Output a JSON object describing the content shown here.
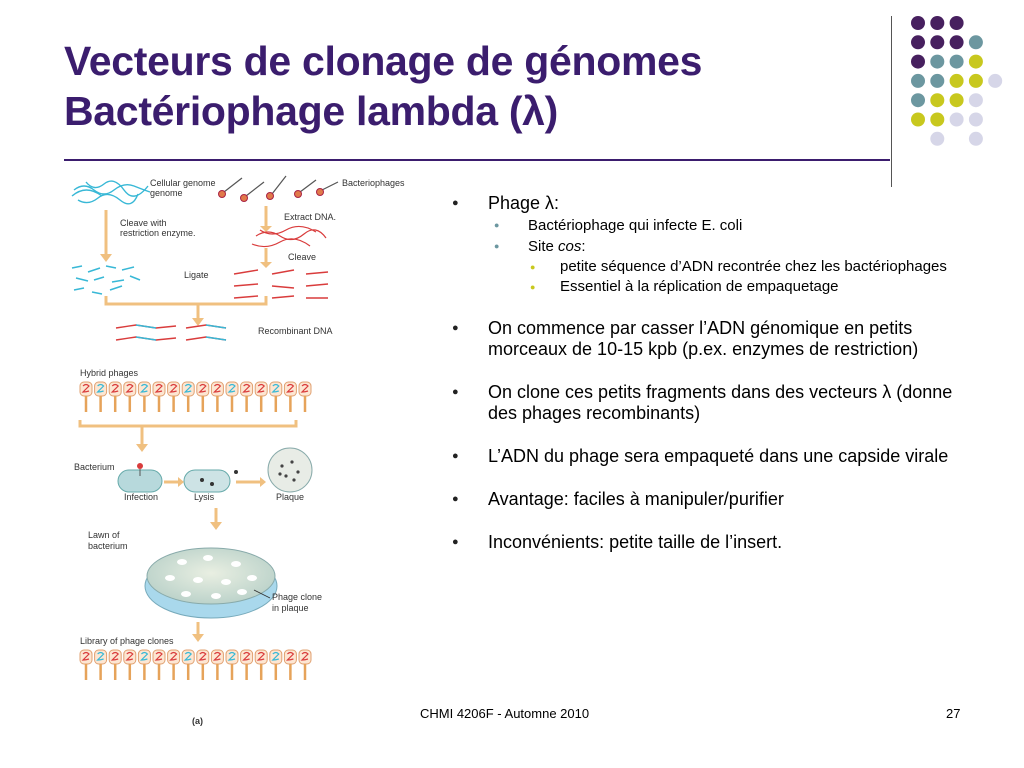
{
  "slide": {
    "title_line1": "Vecteurs de clonage de génomes",
    "title_line2": "Bactériophage lambda (λ)"
  },
  "decor": {
    "colors": {
      "purple": "#47205f",
      "teal": "#6c97a0",
      "yellow": "#c8c81e",
      "lavender": "#d6d6e8"
    }
  },
  "figure": {
    "labels": {
      "cellular_genome": "Cellular genome",
      "bacteriophages": "Bacteriophages",
      "extract_dna": "Extract DNA.",
      "cleave_with": "Cleave with",
      "restriction_enzyme": "restriction enzyme.",
      "cleave": "Cleave",
      "ligate": "Ligate",
      "recombinant_dna": "Recombinant DNA",
      "hybrid_phages": "Hybrid phages",
      "bacterium": "Bacterium",
      "infection": "Infection",
      "lysis": "Lysis",
      "plaque": "Plaque",
      "lawn_line1": "Lawn of",
      "lawn_line2": "bacterium",
      "phage_clone_line1": "Phage clone",
      "phage_clone_line2": "in plaque",
      "library": "Library of phage clones",
      "panel": "(a)"
    }
  },
  "content": {
    "b1": "Phage λ:",
    "b1_1": "Bactériophage qui infecte E. coli",
    "b1_2_pre": "Site ",
    "b1_2_em": "cos",
    "b1_2_post": ":",
    "b1_2_1": "petite séquence d’ADN recontrée chez les bactériophages",
    "b1_2_2": "Essentiel à la réplication de empaquetage",
    "b2": "On commence par casser l’ADN génomique en petits morceaux de 10-15 kpb (p.ex. enzymes de restriction)",
    "b3": "On clone ces petits fragments dans des vecteurs λ (donne des phages recombinants)",
    "b4": "L’ADN du phage sera empaqueté dans une capside virale",
    "b5": "Avantage: faciles à manipuler/purifier",
    "b6": "Inconvénients: petite taille de l’insert."
  },
  "footer": {
    "course": "CHMI 4206F - Automne 2010",
    "page": "27"
  }
}
